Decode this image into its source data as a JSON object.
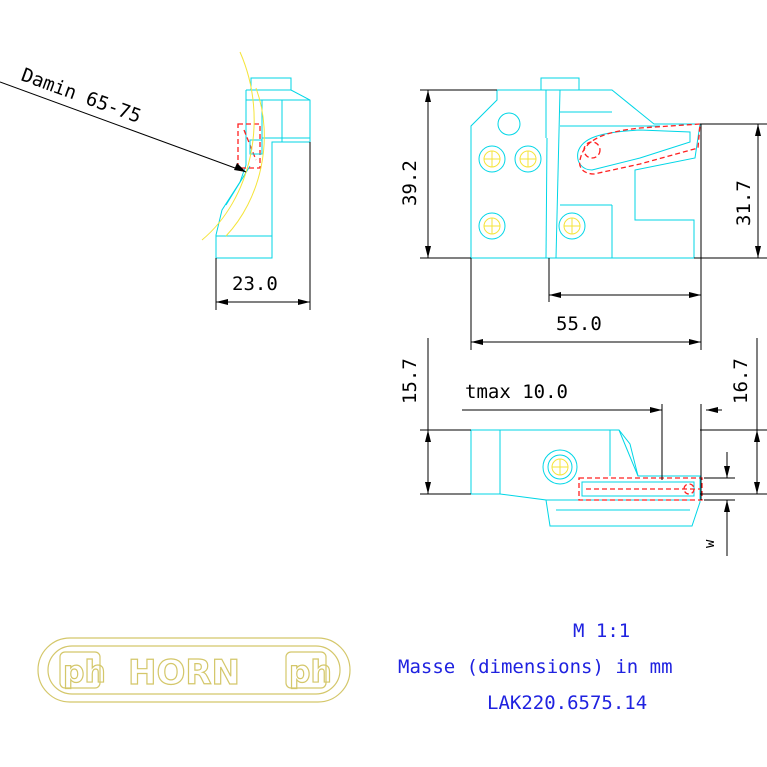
{
  "side_view": {
    "callout": "Damin 65-75",
    "width_dim": "23.0"
  },
  "front_view": {
    "height_dim": "39.2",
    "right_height_dim": "31.7",
    "width_dim": "55.0"
  },
  "top_view": {
    "left_height_dim": "15.7",
    "right_height_dim": "16.7",
    "tmax_label": "tmax 10.0",
    "w_label": "w"
  },
  "title_block": {
    "scale": "M 1:1",
    "units": "Masse (dimensions) in mm",
    "part_number": "LAK220.6575.14"
  },
  "logo": {
    "text": "HORN",
    "left_mark": "ph",
    "right_mark": "ph"
  },
  "colors": {
    "geometry": "#00d6e6",
    "insert_hidden": "#ff2020",
    "screws": "#f5e43a",
    "dimension": "#000000",
    "title_text": "#1f22e0",
    "logo": "#d4c76a"
  }
}
